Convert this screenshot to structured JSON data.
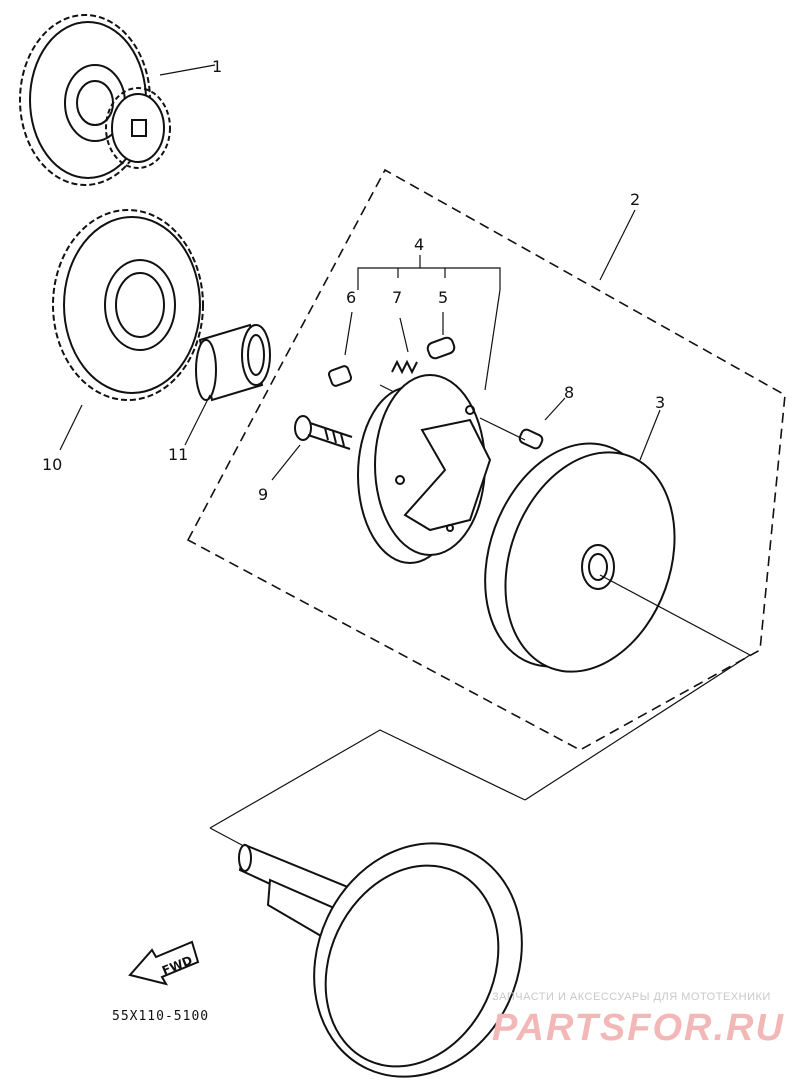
{
  "diagram": {
    "callouts": {
      "p1": "1",
      "p2": "2",
      "p3": "3",
      "p4": "4",
      "p5": "5",
      "p6": "6",
      "p7": "7",
      "p8": "8",
      "p9": "9",
      "p10": "10",
      "p11": "11"
    },
    "part_code": "55X110-5100",
    "fwd_label": "FWD"
  },
  "watermark": {
    "tagline": "ЗАПЧАСТИ И АКСЕССУАРЫ ДЛЯ МОТОТЕХНИКИ",
    "brand": "PARTSFOR.RU"
  }
}
